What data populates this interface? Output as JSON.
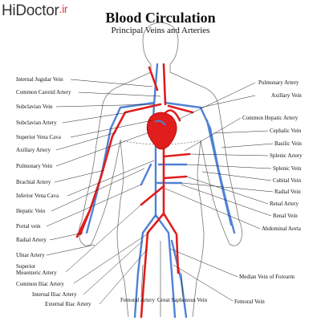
{
  "watermark": {
    "text": "HiDoctor",
    "suffix": ".ir"
  },
  "title": "Blood Circulation",
  "subtitle": "Principal Veins and Arteries",
  "colors": {
    "artery": "#e11d1d",
    "vein": "#4f82d6",
    "outline": "#555555"
  },
  "labels_left": [
    "Internal Jugular Vein",
    "Common Carotid Artery",
    "Subclavian Vein",
    "Subclavian Artery",
    "Superior Vena Cava",
    "Axillary Artery",
    "Pulmonary Vein",
    "Brachial Artery",
    "Inferior Vena Cava",
    "Hepatic Vein",
    "Portal vein",
    "Radial Artery",
    "Ulnar Artery",
    "Superior",
    "Mesenteric Artery",
    "Common Iliac Artery",
    "Internal Iliac Artery",
    "External Iliac Artery"
  ],
  "labels_right": [
    "Pulmonary Artery",
    "Axillary Vein",
    "Common Hepatic Artery",
    "Cephalic Vein",
    "Basilic Vein",
    "Splenic Artery",
    "Splenic Vein",
    "Cubital Vein",
    "Radial Vein",
    "Renal Artery",
    "Renal Vein",
    "Abdominal Aorta",
    "Median Vein of Forearm",
    "Femoral Vein"
  ],
  "labels_bottom": [
    "Femoral Artery",
    "Great Saphenous Vein"
  ]
}
